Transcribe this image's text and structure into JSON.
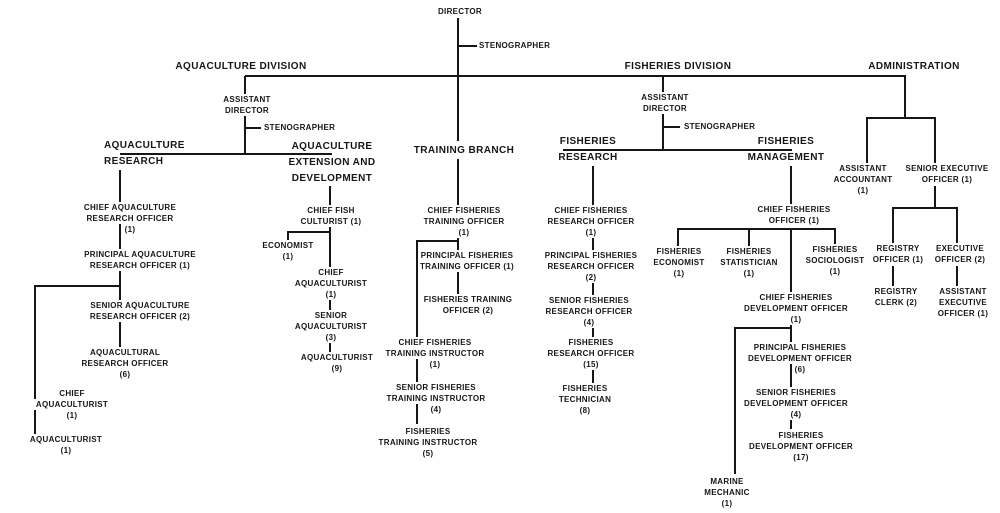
{
  "colors": {
    "background": "#ffffff",
    "ink": "#161616"
  },
  "top": {
    "director": [
      "DIRECTOR"
    ],
    "stenographer": [
      "STENOGRAPHER"
    ]
  },
  "aquaculture": {
    "division_title": [
      "AQUACULTURE DIVISION"
    ],
    "assistant_director": [
      "ASSISTANT",
      "DIRECTOR"
    ],
    "stenographer": [
      "STENOGRAPHER"
    ],
    "research": {
      "title": [
        "AQUACULTURE",
        "RESEARCH"
      ],
      "chief_research_officer": [
        "CHIEF AQUACULTURE",
        "RESEARCH OFFICER",
        "(1)"
      ],
      "principal_research_officer": [
        "PRINCIPAL AQUACULTURE",
        "RESEARCH OFFICER (1)"
      ],
      "senior_research_officer": [
        "SENIOR AQUACULTURE",
        "RESEARCH OFFICER (2)"
      ],
      "research_officer": [
        "AQUACULTURAL",
        "RESEARCH OFFICER",
        "(6)"
      ],
      "chief_aquaculturist": [
        "CHIEF",
        "AQUACULTURIST",
        "(1)"
      ],
      "aquaculturist": [
        "AQUACULTURIST",
        "(1)"
      ]
    },
    "extension": {
      "title": [
        "AQUACULTURE",
        "EXTENSION AND",
        "DEVELOPMENT"
      ],
      "chief_fish_culturist": [
        "CHIEF FISH",
        "CULTURIST (1)"
      ],
      "economist": [
        "ECONOMIST",
        "(1)"
      ],
      "chief_aquaculturist": [
        "CHIEF",
        "AQUACULTURIST",
        "(1)"
      ],
      "senior_aquaculturist": [
        "SENIOR",
        "AQUACULTURIST",
        "(3)"
      ],
      "aquaculturist": [
        "AQUACULTURIST",
        "(9)"
      ]
    }
  },
  "training": {
    "title": [
      "TRAINING BRANCH"
    ],
    "chief_training_officer": [
      "CHIEF FISHERIES",
      "TRAINING OFFICER",
      "(1)"
    ],
    "principal_training_officer": [
      "PRINCIPAL FISHERIES",
      "TRAINING OFFICER (1)"
    ],
    "training_officer": [
      "FISHERIES TRAINING",
      "OFFICER (2)"
    ],
    "chief_training_instructor": [
      "CHIEF FISHERIES",
      "TRAINING INSTRUCTOR",
      "(1)"
    ],
    "senior_training_instructor": [
      "SENIOR FISHERIES",
      "TRAINING INSTRUCTOR",
      "(4)"
    ],
    "training_instructor": [
      "FISHERIES",
      "TRAINING INSTRUCTOR",
      "(5)"
    ]
  },
  "fisheries": {
    "division_title": [
      "FISHERIES DIVISION"
    ],
    "assistant_director": [
      "ASSISTANT",
      "DIRECTOR"
    ],
    "stenographer": [
      "STENOGRAPHER"
    ],
    "research": {
      "title": [
        "FISHERIES",
        "RESEARCH"
      ],
      "chief_research_officer": [
        "CHIEF FISHERIES",
        "RESEARCH OFFICER",
        "(1)"
      ],
      "principal_research_officer": [
        "PRINCIPAL FISHERIES",
        "RESEARCH OFFICER",
        "(2)"
      ],
      "senior_research_officer": [
        "SENIOR FISHERIES",
        "RESEARCH OFFICER",
        "(4)"
      ],
      "research_officer": [
        "FISHERIES",
        "RESEARCH OFFICER",
        "(15)"
      ],
      "technician": [
        "FISHERIES",
        "TECHNICIAN",
        "(8)"
      ]
    },
    "management": {
      "title": [
        "FISHERIES",
        "MANAGEMENT"
      ],
      "chief_officer": [
        "CHIEF FISHERIES",
        "OFFICER (1)"
      ],
      "economist": [
        "FISHERIES",
        "ECONOMIST",
        "(1)"
      ],
      "statistician": [
        "FISHERIES",
        "STATISTICIAN",
        "(1)"
      ],
      "sociologist": [
        "FISHERIES",
        "SOCIOLOGIST",
        "(1)"
      ],
      "chief_development_officer": [
        "CHIEF FISHERIES",
        "DEVELOPMENT OFFICER",
        "(1)"
      ],
      "principal_development_officer": [
        "PRINCIPAL FISHERIES",
        "DEVELOPMENT OFFICER",
        "(6)"
      ],
      "senior_development_officer": [
        "SENIOR FISHERIES",
        "DEVELOPMENT OFFICER",
        "(4)"
      ],
      "development_officer": [
        "FISHERIES",
        "DEVELOPMENT OFFICER",
        "(17)"
      ],
      "marine_mechanic": [
        "MARINE",
        "MECHANIC",
        "(1)"
      ]
    }
  },
  "administration": {
    "division_title": [
      "ADMINISTRATION"
    ],
    "assistant_accountant": [
      "ASSISTANT",
      "ACCOUNTANT",
      "(1)"
    ],
    "senior_executive_officer": [
      "SENIOR EXECUTIVE",
      "OFFICER (1)"
    ],
    "registry_officer": [
      "REGISTRY",
      "OFFICER (1)"
    ],
    "executive_officer": [
      "EXECUTIVE",
      "OFFICER (2)"
    ],
    "registry_clerk": [
      "REGISTRY",
      "CLERK (2)"
    ],
    "assistant_executive_officer": [
      "ASSISTANT",
      "EXECUTIVE",
      "OFFICER (1)"
    ]
  }
}
